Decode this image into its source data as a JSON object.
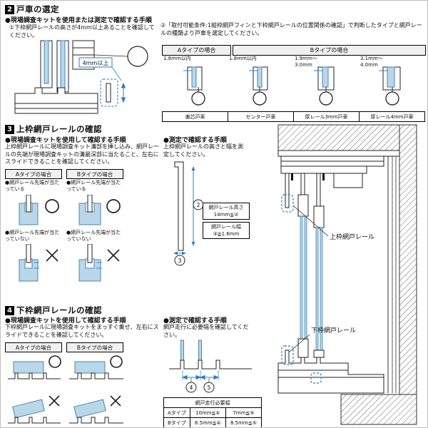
{
  "colors": {
    "glass_blue": "#b9d7e8",
    "line_blue": "#4a86b0",
    "highlight_blue": "#2a7fc9",
    "line": "#1a1a1a"
  },
  "sections": {
    "s2": {
      "num": "2",
      "title": "戸車の選定",
      "kit_title": "●現場調査キットを使用または測定で確認する手順",
      "step1": "①下枠網戸レールの高さが4mm以上あることを確認してください。",
      "step2": "②「取付可能条件:1縦枠網戸フィンと下枠網戸レールの位置関係の確認」で判断したタイプと網戸レールの種類より戸車を選定してください。",
      "dim_label": "4mm以上",
      "type_a": "Aタイプの場合",
      "type_b": "Bタイプの場合",
      "rollers": [
        {
          "range": "1.8mm以内",
          "label": "偏芯戸車"
        },
        {
          "range": "1.8mm以内",
          "label": "センター戸車"
        },
        {
          "range": "1.9mm〜3.0mm",
          "label": "厚レール3mm戸車"
        },
        {
          "range": "3.1mm〜4.0mm",
          "label": "厚レール4mm戸車"
        }
      ]
    },
    "s3": {
      "num": "3",
      "title": "上枠網戸レールの確認",
      "kit_title": "●現場調査キットを使用して確認する手順",
      "kit_text": "上枠網戸レールに現場調査キット溝部を挿し込み、網戸レールの先端が現場調査キットの溝最深部に当たること、左右にスライドできることを確認してください。",
      "type_a": "Aタイプの場合",
      "type_b": "Bタイプの場合",
      "touching_a": "●網戸レール先端が当たっている",
      "touching_b": "●網戸レール先端が当たっている",
      "not_touching_a": "●網戸レール先端が当たっていない",
      "not_touching_b": "●網戸レール先端が当たっていない",
      "measure_title": "●測定で確認する手順",
      "measure_text": "上枠網戸レールの高さと幅を測定してください。",
      "rail_height_label": "網戸レール高さ",
      "rail_height_value": "14mm≦②",
      "rail_width_label": "網戸レール幅",
      "rail_width_value": "③≧1.6mm",
      "upper_rail_label": "上枠網戸レール",
      "dim2": "2",
      "dim3": "3"
    },
    "s4": {
      "num": "4",
      "title": "下枠網戸レールの確認",
      "kit_title": "●現場調査キットを使用して確認する手順",
      "kit_text": "下枠網戸レールに現場調査キットをまっすぐ乗せ、左右にスライドできることを確認してください。",
      "type_a": "Aタイプの場合",
      "type_b": "Bタイプの場合",
      "measure_title": "●測定で確認する手順",
      "measure_text": "網戸走行に必要幅を確認してください。",
      "lower_rail_label": "下枠網戸レール",
      "dim4": "4",
      "dim5": "5",
      "table": {
        "title": "網戸走行必要幅",
        "rows": [
          {
            "type": "Aタイプ",
            "w4": "10mm≦④",
            "w5": "7mm≦⑤"
          },
          {
            "type": "Bタイプ",
            "w4": "8.5mm≦④",
            "w5": "8.5mm≦⑤"
          }
        ]
      }
    }
  }
}
